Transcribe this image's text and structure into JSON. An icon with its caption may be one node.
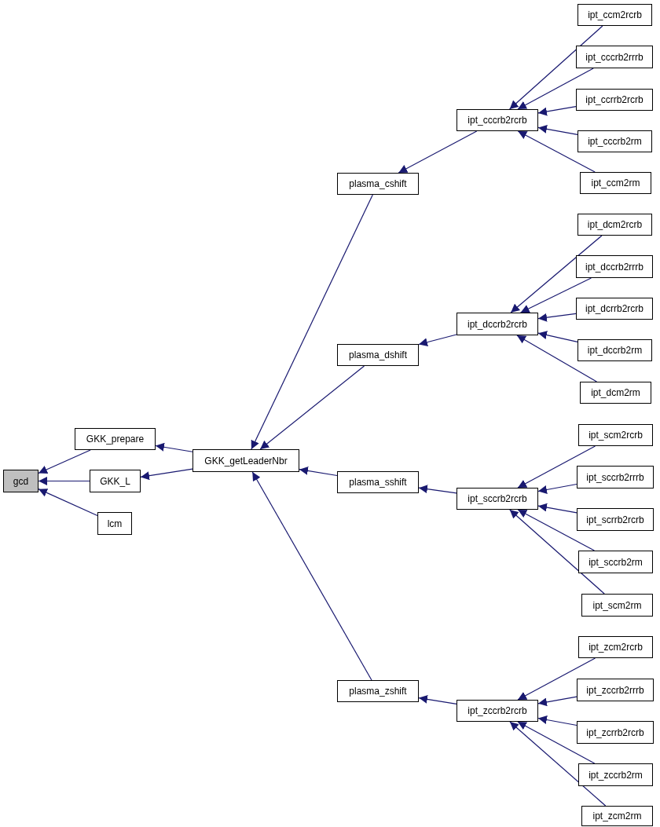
{
  "diagram": {
    "nodes": [
      {
        "text": [
          "gcd"
        ]
      },
      {
        "text": [
          "GKK_prepare"
        ]
      },
      {
        "text": [
          "GKK_L"
        ]
      },
      {
        "text": [
          "lcm"
        ]
      },
      {
        "text": [
          "GKK_getLeaderNbr"
        ]
      },
      {
        "text": [
          "plasma_cshift"
        ]
      },
      {
        "text": [
          "ipt_cccrb2rcrb"
        ]
      },
      {
        "text": [
          "ipt_ccm2rcrb"
        ]
      },
      {
        "text": [
          "ipt_cccrb2rrrb"
        ]
      },
      {
        "text": [
          "ipt_ccrrb2rcrb"
        ]
      },
      {
        "text": [
          "ipt_cccrb2rm"
        ]
      },
      {
        "text": [
          "ipt_ccm2rm"
        ]
      },
      {
        "text": [
          "plasma_dshift"
        ]
      },
      {
        "text": [
          "ipt_dccrb2rcrb"
        ]
      },
      {
        "text": [
          "ipt_dcm2rcrb"
        ]
      },
      {
        "text": [
          "ipt_dccrb2rrrb"
        ]
      },
      {
        "text": [
          "ipt_dcrrb2rcrb"
        ]
      },
      {
        "text": [
          "ipt_dccrb2rm"
        ]
      },
      {
        "text": [
          "ipt_dcm2rm"
        ]
      },
      {
        "text": [
          "plasma_sshift"
        ]
      },
      {
        "text": [
          "ipt_sccrb2rcrb"
        ]
      },
      {
        "text": [
          "ipt_scm2rcrb"
        ]
      },
      {
        "text": [
          "ipt_sccrb2rrrb"
        ]
      },
      {
        "text": [
          "ipt_scrrb2rcrb"
        ]
      },
      {
        "text": [
          "ipt_sccrb2rm"
        ]
      },
      {
        "text": [
          "ipt_scm2rm"
        ]
      },
      {
        "text": [
          "plasma_zshift"
        ]
      },
      {
        "text": [
          "ipt_zccrb2rcrb"
        ]
      },
      {
        "text": [
          "ipt_zcm2rcrb"
        ]
      },
      {
        "text": [
          "ipt_zccrb2rrrb"
        ]
      },
      {
        "text": [
          "ipt_zcrrb2rcrb"
        ]
      },
      {
        "text": [
          "ipt_zccrb2rm"
        ]
      },
      {
        "text": [
          "ipt_zcm2rm"
        ]
      }
    ],
    "edges": [
      {
        "from": 1,
        "to": 0,
        "arrow": "to"
      },
      {
        "from": 2,
        "to": 0,
        "arrow": "to"
      },
      {
        "from": 3,
        "to": 0,
        "arrow": "to"
      },
      {
        "from": 4,
        "to": 1,
        "arrow": "to"
      },
      {
        "from": 4,
        "to": 2,
        "arrow": "to"
      },
      {
        "from": 5,
        "to": 4,
        "arrow": "to"
      },
      {
        "from": 12,
        "to": 4,
        "arrow": "to"
      },
      {
        "from": 19,
        "to": 4,
        "arrow": "to"
      },
      {
        "from": 26,
        "to": 4,
        "arrow": "to"
      },
      {
        "from": 6,
        "to": 5,
        "arrow": "to"
      },
      {
        "from": 7,
        "to": 6,
        "arrow": "to"
      },
      {
        "from": 8,
        "to": 6,
        "arrow": "to"
      },
      {
        "from": 9,
        "to": 6,
        "arrow": "to"
      },
      {
        "from": 10,
        "to": 6,
        "arrow": "to"
      },
      {
        "from": 11,
        "to": 6,
        "arrow": "to"
      },
      {
        "from": 13,
        "to": 12,
        "arrow": "to"
      },
      {
        "from": 14,
        "to": 13,
        "arrow": "to"
      },
      {
        "from": 15,
        "to": 13,
        "arrow": "to"
      },
      {
        "from": 16,
        "to": 13,
        "arrow": "to"
      },
      {
        "from": 17,
        "to": 13,
        "arrow": "to"
      },
      {
        "from": 18,
        "to": 13,
        "arrow": "to"
      },
      {
        "from": 20,
        "to": 19,
        "arrow": "to"
      },
      {
        "from": 21,
        "to": 20,
        "arrow": "to"
      },
      {
        "from": 22,
        "to": 20,
        "arrow": "to"
      },
      {
        "from": 23,
        "to": 20,
        "arrow": "to"
      },
      {
        "from": 24,
        "to": 20,
        "arrow": "to"
      },
      {
        "from": 25,
        "to": 20,
        "arrow": "to"
      },
      {
        "from": 27,
        "to": 26,
        "arrow": "to"
      },
      {
        "from": 28,
        "to": 27,
        "arrow": "to"
      },
      {
        "from": 29,
        "to": 27,
        "arrow": "to"
      },
      {
        "from": 30,
        "to": 27,
        "arrow": "to"
      },
      {
        "from": 31,
        "to": 27,
        "arrow": "to"
      },
      {
        "from": 32,
        "to": 27,
        "arrow": "to"
      }
    ]
  }
}
